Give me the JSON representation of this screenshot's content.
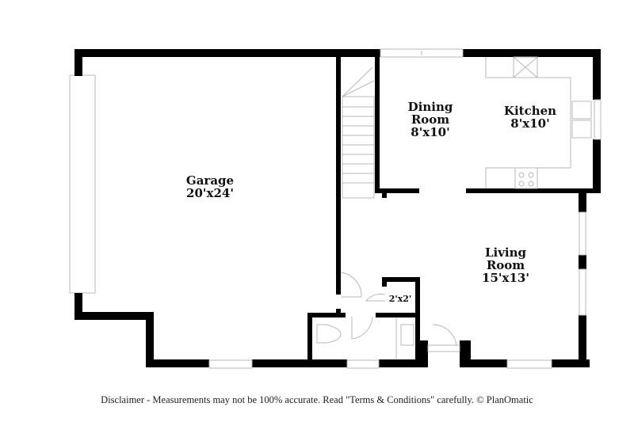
{
  "floorplan": {
    "rooms": [
      {
        "id": "garage",
        "name": "Garage",
        "dimensions": "20'x24'"
      },
      {
        "id": "dining",
        "name_line1": "Dining",
        "name_line2": "Room",
        "dimensions": "8'x10'"
      },
      {
        "id": "kitchen",
        "name": "Kitchen",
        "dimensions": "8'x10'"
      },
      {
        "id": "living",
        "name_line1": "Living",
        "name_line2": "Room",
        "dimensions": "15'x13'"
      },
      {
        "id": "closet",
        "dimensions": "2'x2'"
      }
    ],
    "colors": {
      "wall": "#000000",
      "fixture": "#b8b8b8",
      "background": "#ffffff"
    }
  },
  "footer": {
    "disclaimer": "Disclaimer - Measurements may not be 100% accurate. Read \"Terms & Conditions\" carefully. © PlanOmatic"
  }
}
